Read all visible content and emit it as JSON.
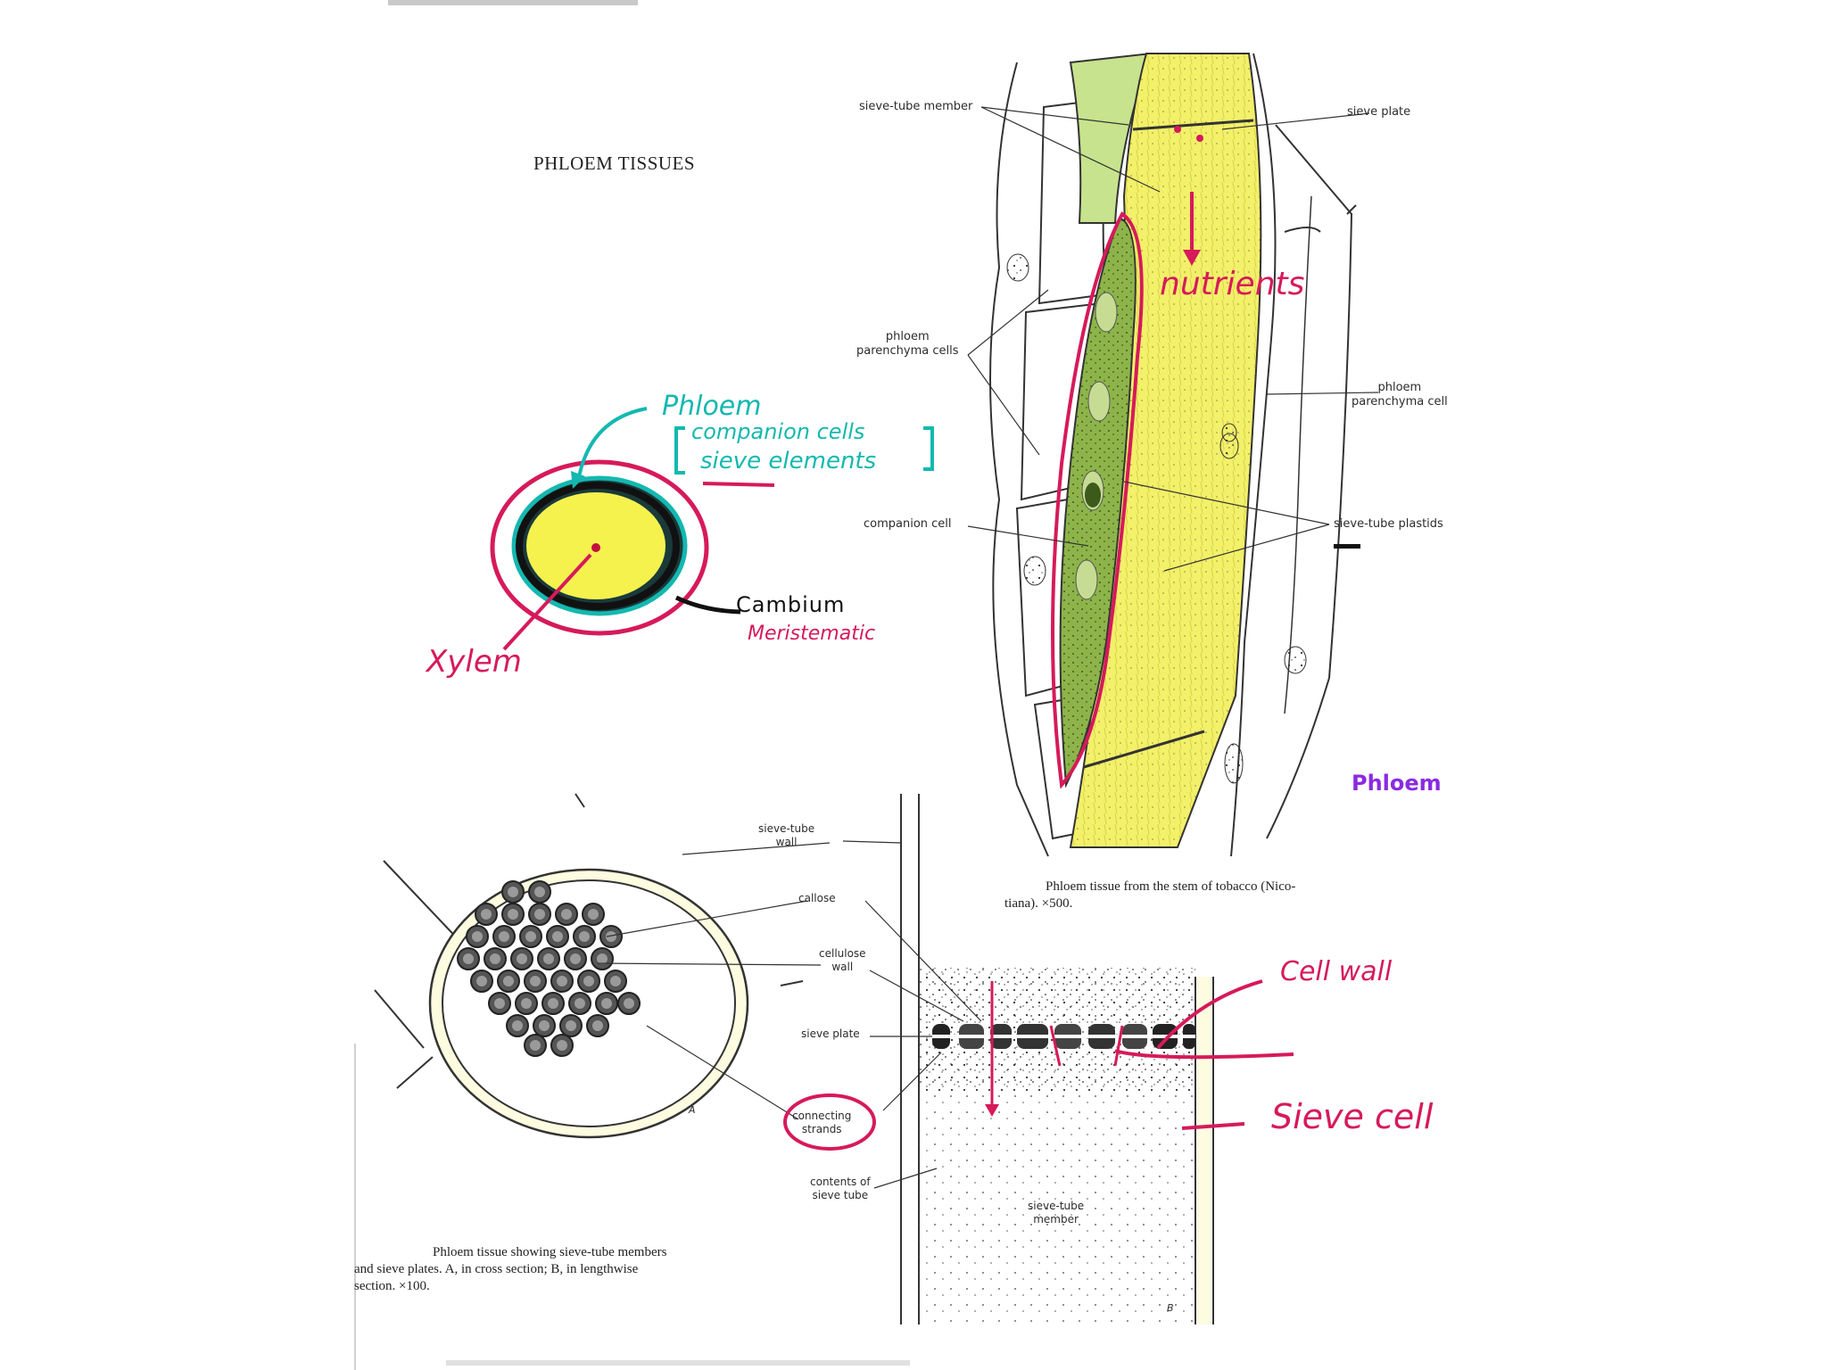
{
  "title": "PHLOEM TISSUES",
  "cross_section": {
    "label_phloem": "Phloem",
    "label_companion": "companion cells",
    "label_sieve": "sieve elements",
    "label_cambium": "Cambium",
    "label_meristematic": "Meristematic",
    "label_xylem": "Xylem"
  },
  "tobacco": {
    "label_sieve_tube_member": "sieve-tube member",
    "label_sieve_plate": "sieve plate",
    "label_nutrients": "nutrients",
    "label_phloem_parenchyma_cells": "phloem\nparenchyma cells",
    "label_phloem_parenchyma_cell": "phloem\nparenchyma cell",
    "label_companion_cell": "companion cell",
    "label_sieve_tube_plastids": "sieve-tube plastids",
    "label_phloem_hand": "Phloem",
    "caption_line1": "Phloem tissue from the stem of tobacco (Nico-",
    "caption_line2": "tiana). ×500."
  },
  "sieve_tube": {
    "label_sieve_tube_wall": "sieve-tube\nwall",
    "label_callose": "callose",
    "label_cellulose_wall": "cellulose\nwall",
    "label_sieve_plate": "sieve plate",
    "label_connecting_strands": "connecting\nstrands",
    "label_contents": "contents of\nsieve tube",
    "label_member": "sieve-tube\nmember",
    "label_a": "A",
    "label_b": "B",
    "label_cell_wall_hand": "Cell wall",
    "label_sieve_cell_hand": "Sieve cell",
    "caption_line1": "Phloem tissue showing sieve-tube members",
    "caption_line2": "and sieve plates. A, in cross section; B, in lengthwise",
    "caption_line3": "section. ×100."
  },
  "colors": {
    "magenta": "#d61a5a",
    "teal": "#14b8b0",
    "yellow": "#f3f06a",
    "green_cell": "#7ea53c",
    "ink": "#2c2c2c",
    "purple": "#8a2be2"
  }
}
